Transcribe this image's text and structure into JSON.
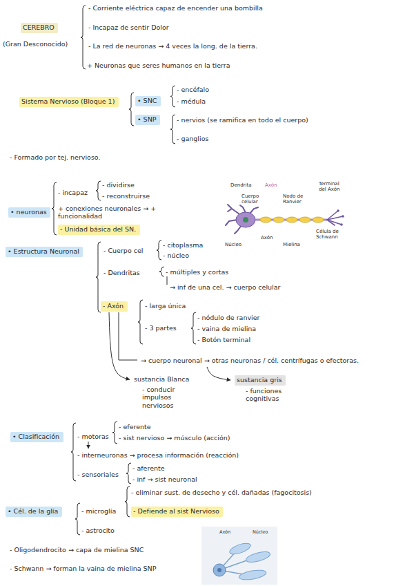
{
  "diagram": {
    "nodes": [
      {
        "text": [
          "CEREBRO"
        ]
      },
      {
        "text": [
          "Sistema Nervioso (Bloque 1)"
        ]
      },
      {
        "text": [
          "• SNC"
        ]
      },
      {
        "text": [
          "• SNP"
        ]
      },
      {
        "text": [
          "• neuronas"
        ]
      },
      {
        "text": [
          "- Unidad básica del SN."
        ]
      },
      {
        "text": [
          "• Estructura Neuronal"
        ]
      },
      {
        "text": [
          "- Axón"
        ]
      },
      {
        "text": [
          "sustancia gris"
        ]
      },
      {
        "text": [
          "• Clasificación"
        ]
      },
      {
        "text": [
          "• Cél. de la glía"
        ]
      },
      {
        "text": [
          "- Defiende al sist Nervioso"
        ]
      }
    ],
    "labels": [
      "(Gran Desconocido)",
      "- Corriente eléctrica capaz de encender una bombilla",
      "- Incapaz de sentir Dolor",
      "- La red de neuronas → 4 veces la long. de la tierra.",
      "+ Neuronas que seres humanos en la tierra",
      "- encéfalo",
      "- médula",
      "- nervios (se ramifica en todo el cuerpo)",
      "- ganglios",
      "- Formado por tej. nervioso.",
      "- incapaz",
      "- dividirse",
      "- reconstruirse",
      "+ conexiones neuronales → + funcionalidad",
      "Dendrita",
      "Axón",
      "Terminal del Axón",
      "Cuerpo celular",
      "Nodo de Ranvier",
      "Célula de Schwann",
      "Axón",
      "Mielina",
      "Núcleo",
      "- Cuerpo cel",
      "- citoplasma",
      "- núcleo",
      "- Dendritas",
      "- múltiples y cortas",
      "→ inf de una cel. → cuerpo celular",
      "- larga única",
      "- 3 partes",
      "- nódulo de ranvier",
      "- vaina de mielina",
      "- Botón terminal",
      "→ cuerpo neuronal → otras neuronas / cél. centrífugas o efectoras.",
      "sustancia Blanca",
      "- conducir impulsos nerviosos",
      "- funciones cognitivas",
      "- motoras",
      "- eferente",
      "- sist nervioso → músculo (acción)",
      "- interneuronas → procesa información (reacción)",
      "- sensoriales",
      "- aferente",
      "- inf → sist neuronal",
      "- eliminar sust. de desecho y cél. dañadas (fagocitosis)",
      "- microglía",
      "- astrocito",
      "- Oligodendrocito → capa de mielina SNC",
      "- Schwann → forman la vaina de mielina SNP",
      "Axón",
      "Núcleo"
    ]
  }
}
